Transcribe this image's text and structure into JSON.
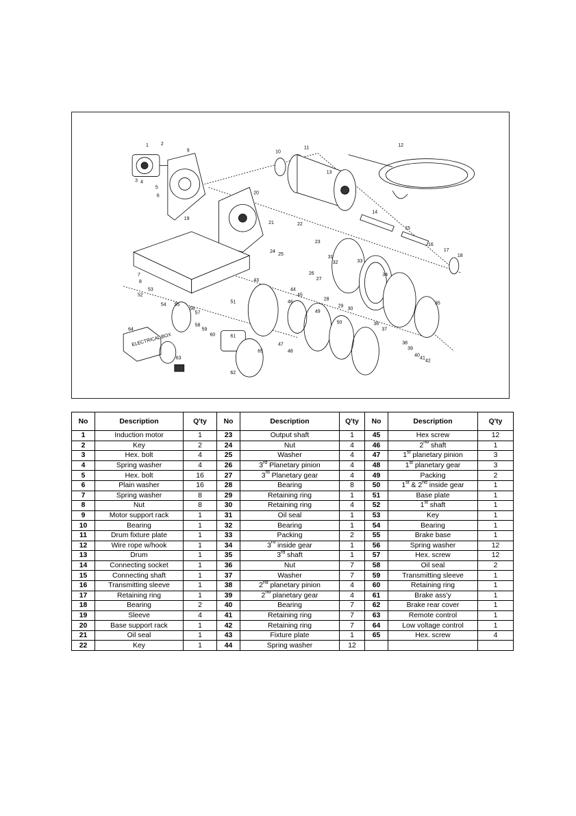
{
  "headers": [
    "No",
    "Description",
    "Q'ty",
    "No",
    "Description",
    "Q'ty",
    "No",
    "Description",
    "Q'ty"
  ],
  "diagram_labels": [
    "1",
    "2",
    "3",
    "4",
    "5",
    "6",
    "9",
    "10",
    "11",
    "12",
    "13",
    "14",
    "15",
    "16",
    "17",
    "18",
    "19",
    "20",
    "21",
    "22",
    "23",
    "24",
    "25",
    "26",
    "27",
    "28",
    "29",
    "30",
    "31",
    "32",
    "33",
    "34",
    "35",
    "36",
    "37",
    "38",
    "39",
    "40",
    "41",
    "42",
    "43",
    "44",
    "45",
    "46",
    "47",
    "48",
    "49",
    "50",
    "51",
    "52",
    "53",
    "54",
    "55",
    "56",
    "57",
    "58",
    "59",
    "60",
    "61",
    "62",
    "63",
    "64",
    "65",
    "7",
    "8"
  ],
  "parts": [
    {
      "no": "1",
      "desc": "Induction motor",
      "qty": "1"
    },
    {
      "no": "2",
      "desc": "Key",
      "qty": "2"
    },
    {
      "no": "3",
      "desc": "Hex. bolt",
      "qty": "4"
    },
    {
      "no": "4",
      "desc": "Spring washer",
      "qty": "4"
    },
    {
      "no": "5",
      "desc": "Hex. bolt",
      "qty": "16"
    },
    {
      "no": "6",
      "desc": "Plain washer",
      "qty": "16"
    },
    {
      "no": "7",
      "desc": "Spring washer",
      "qty": "8"
    },
    {
      "no": "8",
      "desc": "Nut",
      "qty": "8"
    },
    {
      "no": "9",
      "desc": "Motor support rack",
      "qty": "1"
    },
    {
      "no": "10",
      "desc": "Bearing",
      "qty": "1"
    },
    {
      "no": "11",
      "desc": "Drum fixture plate",
      "qty": "1"
    },
    {
      "no": "12",
      "desc": "Wire rope w/hook",
      "qty": "1"
    },
    {
      "no": "13",
      "desc": "Drum",
      "qty": "1"
    },
    {
      "no": "14",
      "desc": "Connecting socket",
      "qty": "1"
    },
    {
      "no": "15",
      "desc": "Connecting shaft",
      "qty": "1"
    },
    {
      "no": "16",
      "desc": "Transmitting sleeve",
      "qty": "1"
    },
    {
      "no": "17",
      "desc": "Retaining ring",
      "qty": "1"
    },
    {
      "no": "18",
      "desc": "Bearing",
      "qty": "2"
    },
    {
      "no": "19",
      "desc": "Sleeve",
      "qty": "4"
    },
    {
      "no": "20",
      "desc": "Base support rack",
      "qty": "1"
    },
    {
      "no": "21",
      "desc": "Oil seal",
      "qty": "1"
    },
    {
      "no": "22",
      "desc": "Key",
      "qty": "1"
    },
    {
      "no": "23",
      "desc": "Output shaft",
      "qty": "1"
    },
    {
      "no": "24",
      "desc": "Nut",
      "qty": "4"
    },
    {
      "no": "25",
      "desc": "Washer",
      "qty": "4"
    },
    {
      "no": "26",
      "desc": "3rd Planetary pinion",
      "qty": "4",
      "ord": "3",
      "ordsup": "rd",
      "rest": " Planetary pinion"
    },
    {
      "no": "27",
      "desc": "3rd Planetary gear",
      "qty": "4",
      "ord": "3",
      "ordsup": "rd",
      "rest": " Planetary gear"
    },
    {
      "no": "28",
      "desc": "Bearing",
      "qty": "8"
    },
    {
      "no": "29",
      "desc": "Retaining ring",
      "qty": "1"
    },
    {
      "no": "30",
      "desc": "Retaining ring",
      "qty": "4"
    },
    {
      "no": "31",
      "desc": "Oil seal",
      "qty": "1"
    },
    {
      "no": "32",
      "desc": "Bearing",
      "qty": "1"
    },
    {
      "no": "33",
      "desc": "Packing",
      "qty": "2"
    },
    {
      "no": "34",
      "desc": "3rd inside gear",
      "qty": "1",
      "ord": "3",
      "ordsup": "rd",
      "rest": " inside gear"
    },
    {
      "no": "35",
      "desc": "3rd shaft",
      "qty": "1",
      "ord": "3",
      "ordsup": "rd",
      "rest": " shaft"
    },
    {
      "no": "36",
      "desc": "Nut",
      "qty": "7"
    },
    {
      "no": "37",
      "desc": "Washer",
      "qty": "7"
    },
    {
      "no": "38",
      "desc": "2nd planetary pinion",
      "qty": "4",
      "ord": "2",
      "ordsup": "nd",
      "rest": " planetary pinion"
    },
    {
      "no": "39",
      "desc": "2nd planetary gear",
      "qty": "4",
      "ord": "2",
      "ordsup": "nd",
      "rest": " planetary gear"
    },
    {
      "no": "40",
      "desc": "Bearing",
      "qty": "7"
    },
    {
      "no": "41",
      "desc": "Retaining ring",
      "qty": "7"
    },
    {
      "no": "42",
      "desc": "Retaining ring",
      "qty": "7"
    },
    {
      "no": "43",
      "desc": "Fixture plate",
      "qty": "1"
    },
    {
      "no": "44",
      "desc": "Spring washer",
      "qty": "12"
    },
    {
      "no": "45",
      "desc": "Hex screw",
      "qty": "12"
    },
    {
      "no": "46",
      "desc": "2nd shaft",
      "qty": "1",
      "ord": "2",
      "ordsup": "nd",
      "rest": " shaft"
    },
    {
      "no": "47",
      "desc": "1st planetary pinion",
      "qty": "3",
      "ord": "1",
      "ordsup": "st",
      "rest": " planetary pinion"
    },
    {
      "no": "48",
      "desc": "1st planetary gear",
      "qty": "3",
      "ord": "1",
      "ordsup": "st",
      "rest": " planetary gear"
    },
    {
      "no": "49",
      "desc": "Packing",
      "qty": "2"
    },
    {
      "no": "50",
      "desc": "1st & 2nd inside gear",
      "qty": "1",
      "ord": "1",
      "ordsup": "st",
      "mid": " & 2",
      "midsup": "nd",
      "rest": " inside gear"
    },
    {
      "no": "51",
      "desc": "Base plate",
      "qty": "1"
    },
    {
      "no": "52",
      "desc": "1st shaft",
      "qty": "1",
      "ord": "1",
      "ordsup": "st",
      "rest": " shaft"
    },
    {
      "no": "53",
      "desc": "Key",
      "qty": "1"
    },
    {
      "no": "54",
      "desc": "Bearing",
      "qty": "1"
    },
    {
      "no": "55",
      "desc": "Brake base",
      "qty": "1"
    },
    {
      "no": "56",
      "desc": "Spring washer",
      "qty": "12"
    },
    {
      "no": "57",
      "desc": "Hex. screw",
      "qty": "12"
    },
    {
      "no": "58",
      "desc": "Oil seal",
      "qty": "2"
    },
    {
      "no": "59",
      "desc": "Transmitting sleeve",
      "qty": "1"
    },
    {
      "no": "60",
      "desc": "Retaining ring",
      "qty": "1"
    },
    {
      "no": "61",
      "desc": "Brake ass'y",
      "qty": "1"
    },
    {
      "no": "62",
      "desc": "Brake rear cover",
      "qty": "1"
    },
    {
      "no": "63",
      "desc": "Remote control",
      "qty": "1"
    },
    {
      "no": "64",
      "desc": "Low voltage control",
      "qty": "1"
    },
    {
      "no": "65",
      "desc": "Hex. screw",
      "qty": "4"
    }
  ],
  "box_label": "ELECTRICAL BOX"
}
